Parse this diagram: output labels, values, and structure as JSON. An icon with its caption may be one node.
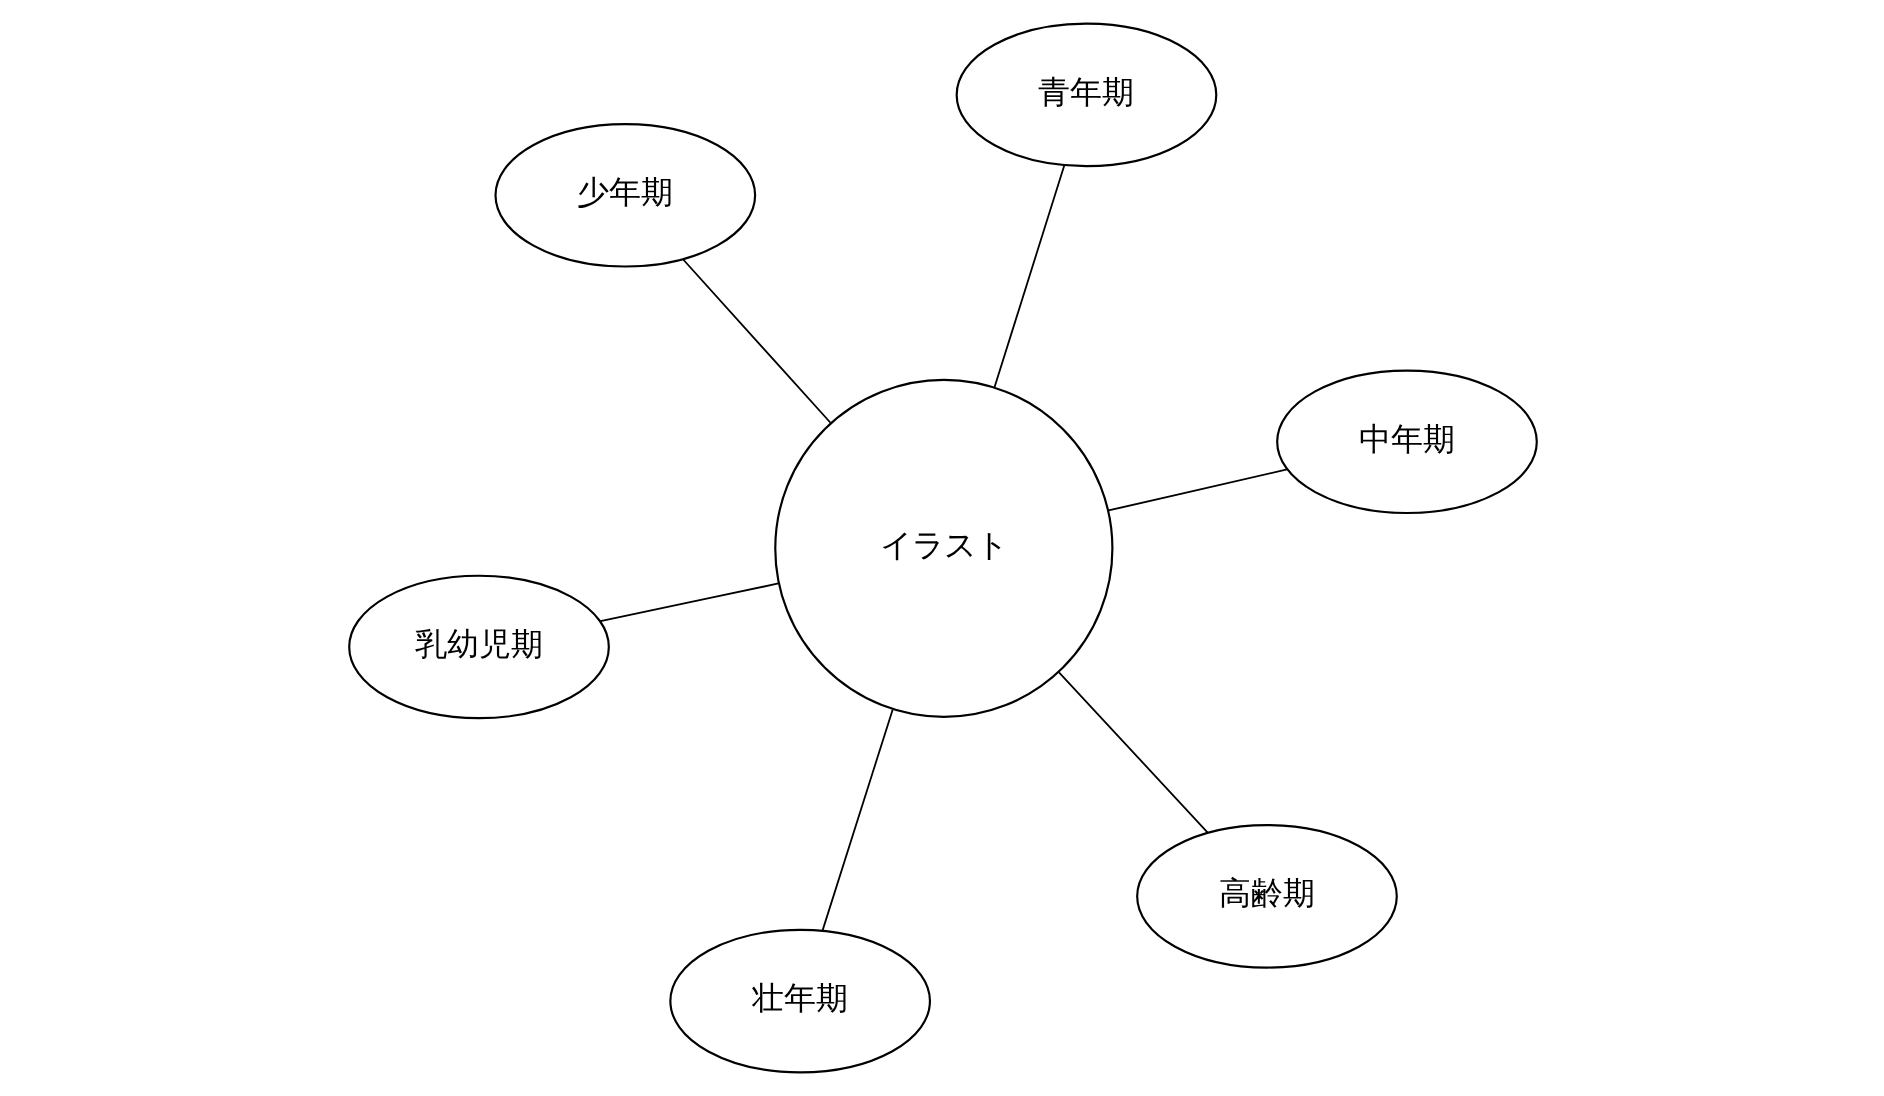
{
  "diagram": {
    "nodes": [
      {
        "text": [
          "乳幼児期"
        ]
      },
      {
        "text": [
          "高齢期"
        ]
      },
      {
        "text": [
          "イラスト"
        ]
      },
      {
        "text": [
          "少年期"
        ]
      },
      {
        "text": [
          "中年期"
        ]
      },
      {
        "text": [
          "青年期"
        ]
      },
      {
        "text": [
          "壮年期"
        ]
      }
    ],
    "edges": [
      {
        "from": 0,
        "to": 2,
        "arrow": "none"
      },
      {
        "from": 1,
        "to": 2,
        "arrow": "none"
      },
      {
        "from": 3,
        "to": 2,
        "arrow": "none"
      },
      {
        "from": 4,
        "to": 2,
        "arrow": "none"
      },
      {
        "from": 5,
        "to": 2,
        "arrow": "none"
      },
      {
        "from": 6,
        "to": 2,
        "arrow": "none"
      }
    ]
  }
}
